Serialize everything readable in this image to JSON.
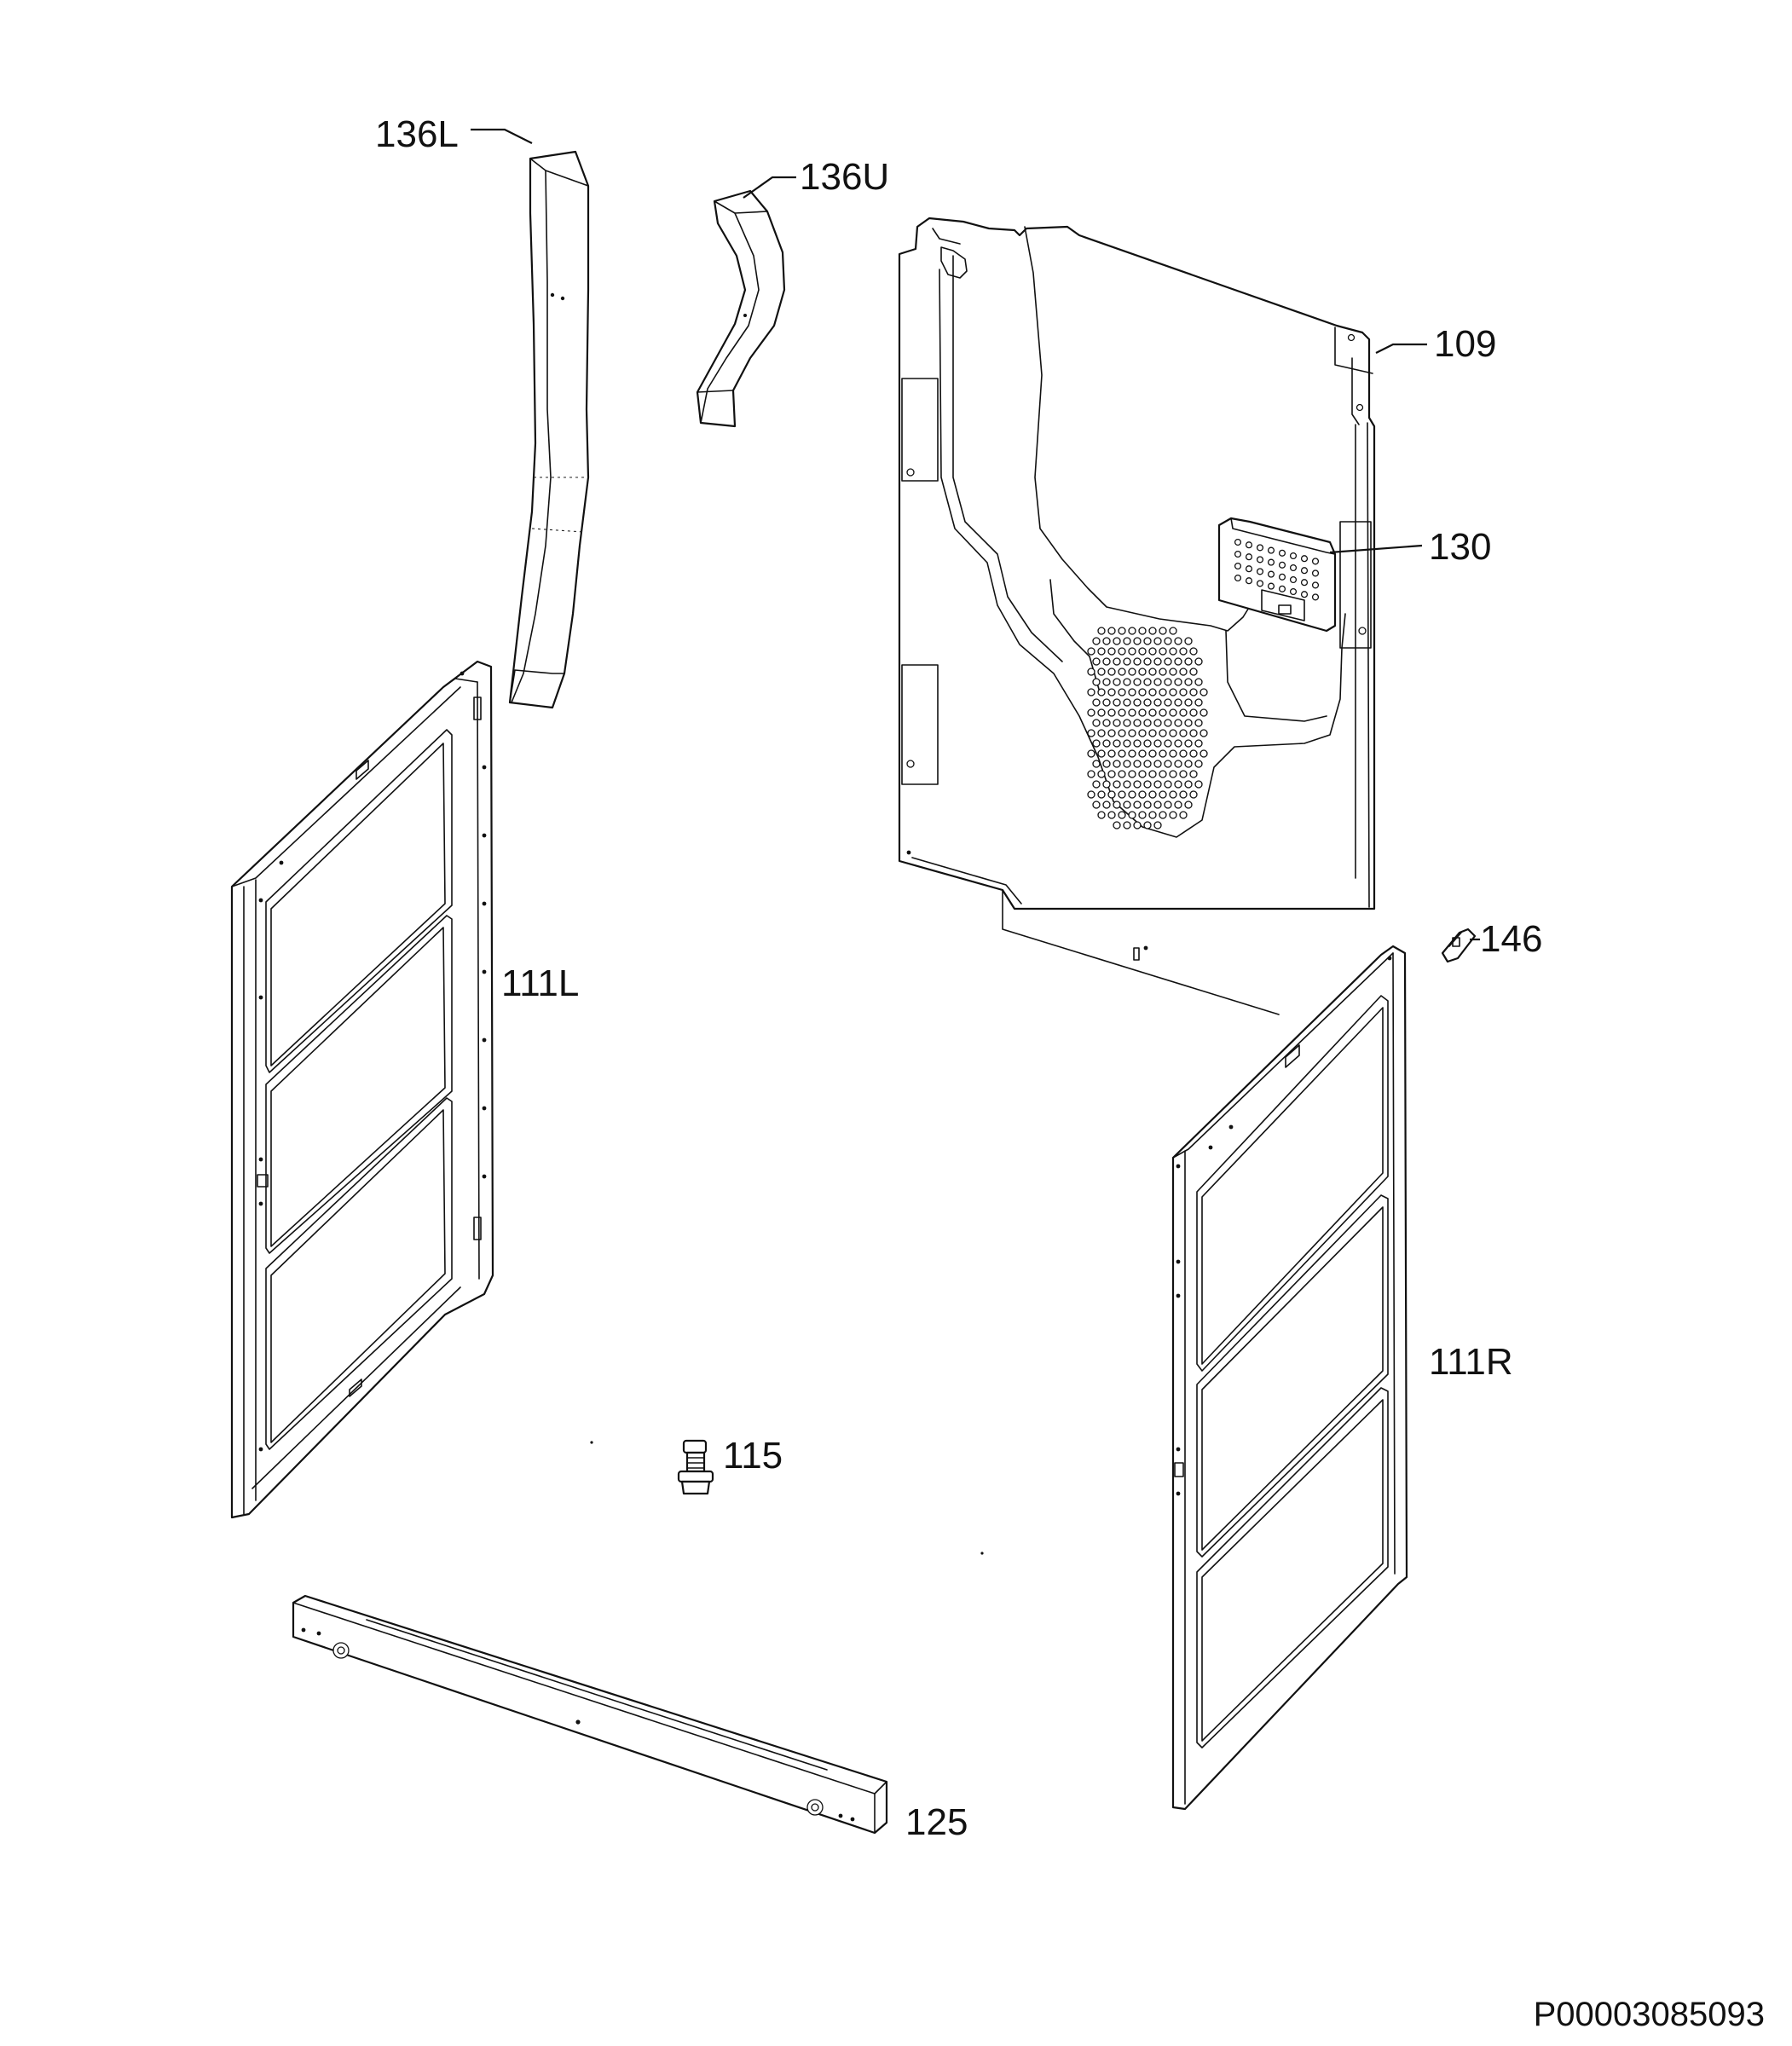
{
  "callouts": {
    "p136L": "136L",
    "p136U": "136U",
    "p109": "109",
    "p130": "130",
    "p146": "146",
    "p111L": "111L",
    "p111R": "111R",
    "p115": "115",
    "p125": "125"
  },
  "drawing_code": "P00003085093"
}
